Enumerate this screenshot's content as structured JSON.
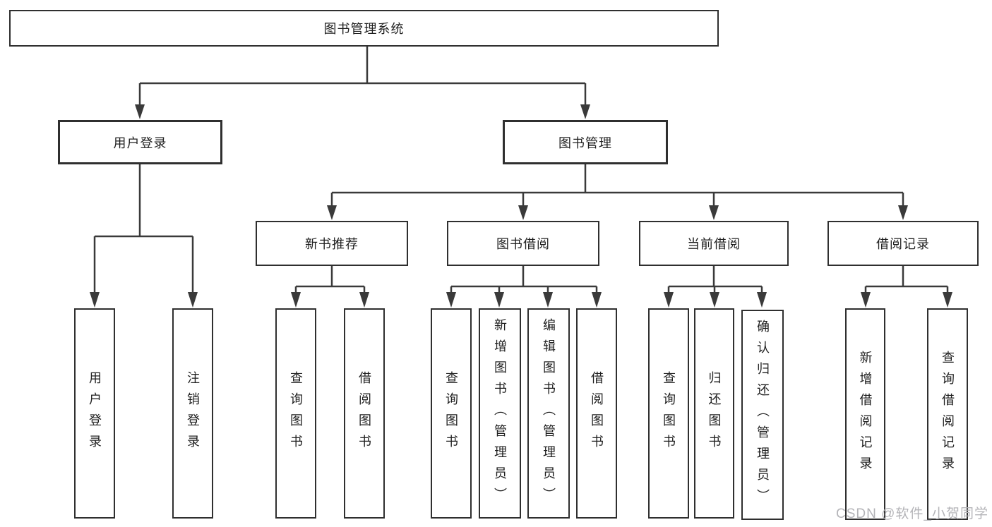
{
  "diagram": {
    "root": {
      "label": "图书管理系统"
    },
    "level2": [
      {
        "label": "用户登录"
      },
      {
        "label": "图书管理"
      }
    ],
    "level3": [
      {
        "label": "新书推荐"
      },
      {
        "label": "图书借阅"
      },
      {
        "label": "当前借阅"
      },
      {
        "label": "借阅记录"
      }
    ],
    "leaves": {
      "user_login": [
        {
          "label": "用户登录"
        },
        {
          "label": "注销登录"
        }
      ],
      "new_book": [
        {
          "label": "查询图书"
        },
        {
          "label": "借阅图书"
        }
      ],
      "book_borrow": [
        {
          "label": "查询图书"
        },
        {
          "label": "新增图书（管理员）"
        },
        {
          "label": "编辑图书（管理员）"
        },
        {
          "label": "借阅图书"
        }
      ],
      "current_borrow": [
        {
          "label": "查询图书"
        },
        {
          "label": "归还图书"
        },
        {
          "label": "确认归还（管理员）"
        }
      ],
      "records": [
        {
          "label": "新增借阅记录"
        },
        {
          "label": "查询借阅记录"
        }
      ]
    }
  },
  "watermark": {
    "text": "CSDN @软件_小贺同学"
  },
  "colors": {
    "line": "#3a3a3a",
    "border": "#2f2f2f",
    "text": "#1f1f1f",
    "background": "#ffffff",
    "watermark": "#b4b4b8"
  }
}
